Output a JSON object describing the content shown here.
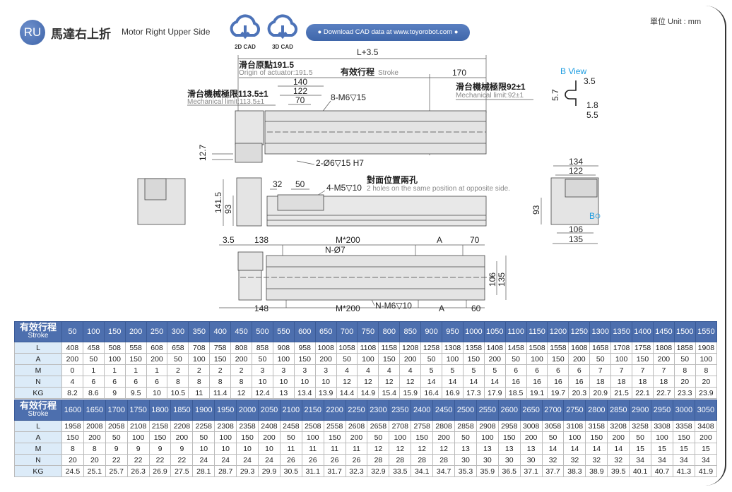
{
  "header": {
    "badge": "RU",
    "title_zh": "馬達右上折",
    "title_en": "Motor Right Upper Side",
    "cad_2d": "2D CAD",
    "cad_3d": "3D CAD",
    "download": "● Download CAD data at www.toyorobot.com ●",
    "unit": "單位 Unit : mm"
  },
  "colors": {
    "brand_blue": "#4d6fae",
    "accent_cyan": "#1a9be0",
    "label_bg": "#dcebf8"
  },
  "drawing": {
    "top": {
      "overall": "L+3.5",
      "origin_zh": "滑台原點191.5",
      "origin_en": "Origin of actuator:191.5",
      "stroke_zh": "有效行程",
      "stroke_en": "Stroke",
      "end_dim": "170",
      "d140": "140",
      "d122": "122",
      "d70": "70",
      "mech_left_zh": "滑台機械極限113.5±1",
      "mech_left_en": "Mechanical limit:113.5±1",
      "mech_right_zh": "滑台機械極限92±1",
      "mech_right_en": "Mechanical limit:92±1",
      "tap": "8-M6▽15",
      "height": "12.7",
      "pin": "2-Ø6▽15 H7"
    },
    "side": {
      "d32": "32",
      "d50": "50",
      "tap": "4-M5▽10",
      "opp_zh": "對面位置兩孔",
      "opp_en": "2 holes on the same position at opposite side.",
      "h141": "141.5",
      "h93": "93"
    },
    "bottom": {
      "d35": "3.5",
      "d138": "138",
      "m200_top": "M*200",
      "a_top": "A",
      "d70": "70",
      "n_hole": "N-Ø7",
      "d106": "106",
      "d135": "135",
      "d148": "148",
      "m200_bot": "M*200",
      "n_tap": "N-M6▽10",
      "a_bot": "A",
      "d60": "60"
    },
    "bview": {
      "title": "B View",
      "d35": "3.5",
      "d57": "5.7",
      "d18": "1.8",
      "d55": "5.5"
    },
    "end": {
      "d134": "134",
      "d122": "122",
      "d93": "93",
      "b": "B",
      "d106": "106",
      "d135": "135"
    }
  },
  "tables": [
    {
      "header_zh": "有效行程",
      "header_en": "Stroke",
      "strokes": [
        "50",
        "100",
        "150",
        "200",
        "250",
        "300",
        "350",
        "400",
        "450",
        "500",
        "550",
        "600",
        "650",
        "700",
        "750",
        "800",
        "850",
        "900",
        "950",
        "1000",
        "1050",
        "1100",
        "1150",
        "1200",
        "1250",
        "1300",
        "1350",
        "1400",
        "1450",
        "1500",
        "1550"
      ],
      "rows": [
        {
          "label": "L",
          "values": [
            "408",
            "458",
            "508",
            "558",
            "608",
            "658",
            "708",
            "758",
            "808",
            "858",
            "908",
            "958",
            "1008",
            "1058",
            "1108",
            "1158",
            "1208",
            "1258",
            "1308",
            "1358",
            "1408",
            "1458",
            "1508",
            "1558",
            "1608",
            "1658",
            "1708",
            "1758",
            "1808",
            "1858",
            "1908"
          ]
        },
        {
          "label": "A",
          "values": [
            "200",
            "50",
            "100",
            "150",
            "200",
            "50",
            "100",
            "150",
            "200",
            "50",
            "100",
            "150",
            "200",
            "50",
            "100",
            "150",
            "200",
            "50",
            "100",
            "150",
            "200",
            "50",
            "100",
            "150",
            "200",
            "50",
            "100",
            "150",
            "200",
            "50",
            "100"
          ]
        },
        {
          "label": "M",
          "values": [
            "0",
            "1",
            "1",
            "1",
            "1",
            "2",
            "2",
            "2",
            "2",
            "3",
            "3",
            "3",
            "3",
            "4",
            "4",
            "4",
            "4",
            "5",
            "5",
            "5",
            "5",
            "6",
            "6",
            "6",
            "6",
            "7",
            "7",
            "7",
            "7",
            "8",
            "8"
          ]
        },
        {
          "label": "N",
          "values": [
            "4",
            "6",
            "6",
            "6",
            "6",
            "8",
            "8",
            "8",
            "8",
            "10",
            "10",
            "10",
            "10",
            "12",
            "12",
            "12",
            "12",
            "14",
            "14",
            "14",
            "14",
            "16",
            "16",
            "16",
            "16",
            "18",
            "18",
            "18",
            "18",
            "20",
            "20"
          ]
        },
        {
          "label": "KG",
          "values": [
            "8.2",
            "8.6",
            "9",
            "9.5",
            "10",
            "10.5",
            "11",
            "11.4",
            "12",
            "12.4",
            "13",
            "13.4",
            "13.9",
            "14.4",
            "14.9",
            "15.4",
            "15.9",
            "16.4",
            "16.9",
            "17.3",
            "17.9",
            "18.5",
            "19.1",
            "19.7",
            "20.3",
            "20.9",
            "21.5",
            "22.1",
            "22.7",
            "23.3",
            "23.9"
          ]
        }
      ]
    },
    {
      "header_zh": "有效行程",
      "header_en": "Stroke",
      "strokes": [
        "1600",
        "1650",
        "1700",
        "1750",
        "1800",
        "1850",
        "1900",
        "1950",
        "2000",
        "2050",
        "2100",
        "2150",
        "2200",
        "2250",
        "2300",
        "2350",
        "2400",
        "2450",
        "2500",
        "2550",
        "2600",
        "2650",
        "2700",
        "2750",
        "2800",
        "2850",
        "2900",
        "2950",
        "3000",
        "3050"
      ],
      "rows": [
        {
          "label": "L",
          "values": [
            "1958",
            "2008",
            "2058",
            "2108",
            "2158",
            "2208",
            "2258",
            "2308",
            "2358",
            "2408",
            "2458",
            "2508",
            "2558",
            "2608",
            "2658",
            "2708",
            "2758",
            "2808",
            "2858",
            "2908",
            "2958",
            "3008",
            "3058",
            "3108",
            "3158",
            "3208",
            "3258",
            "3308",
            "3358",
            "3408"
          ]
        },
        {
          "label": "A",
          "values": [
            "150",
            "200",
            "50",
            "100",
            "150",
            "200",
            "50",
            "100",
            "150",
            "200",
            "50",
            "100",
            "150",
            "200",
            "50",
            "100",
            "150",
            "200",
            "50",
            "100",
            "150",
            "200",
            "50",
            "100",
            "150",
            "200",
            "50",
            "100",
            "150",
            "200"
          ]
        },
        {
          "label": "M",
          "values": [
            "8",
            "8",
            "9",
            "9",
            "9",
            "9",
            "10",
            "10",
            "10",
            "10",
            "11",
            "11",
            "11",
            "11",
            "12",
            "12",
            "12",
            "12",
            "13",
            "13",
            "13",
            "13",
            "14",
            "14",
            "14",
            "14",
            "15",
            "15",
            "15",
            "15"
          ]
        },
        {
          "label": "N",
          "values": [
            "20",
            "20",
            "22",
            "22",
            "22",
            "22",
            "24",
            "24",
            "24",
            "24",
            "26",
            "26",
            "26",
            "26",
            "28",
            "28",
            "28",
            "28",
            "30",
            "30",
            "30",
            "30",
            "32",
            "32",
            "32",
            "32",
            "34",
            "34",
            "34",
            "34"
          ]
        },
        {
          "label": "KG",
          "values": [
            "24.5",
            "25.1",
            "25.7",
            "26.3",
            "26.9",
            "27.5",
            "28.1",
            "28.7",
            "29.3",
            "29.9",
            "30.5",
            "31.1",
            "31.7",
            "32.3",
            "32.9",
            "33.5",
            "34.1",
            "34.7",
            "35.3",
            "35.9",
            "36.5",
            "37.1",
            "37.7",
            "38.3",
            "38.9",
            "39.5",
            "40.1",
            "40.7",
            "41.3",
            "41.9"
          ]
        }
      ]
    }
  ]
}
